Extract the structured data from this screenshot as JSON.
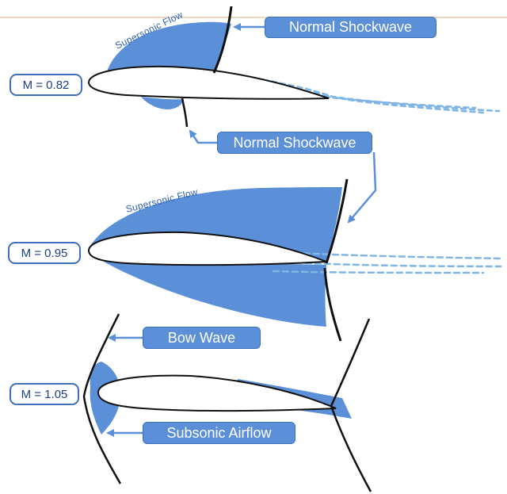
{
  "diagram": {
    "accent_color": "#5b8fd8",
    "wave_color": "#111111",
    "panels": [
      {
        "mach_label": "M = 0.82",
        "flow_label": "Supersonic Flow",
        "callouts": [
          "Normal Shockwave",
          "Normal Shockwave"
        ]
      },
      {
        "mach_label": "M = 0.95",
        "flow_label": "Supersonic Flow"
      },
      {
        "mach_label": "M = 1.05",
        "callouts": [
          "Bow Wave",
          "Subsonic Airflow"
        ]
      }
    ]
  }
}
